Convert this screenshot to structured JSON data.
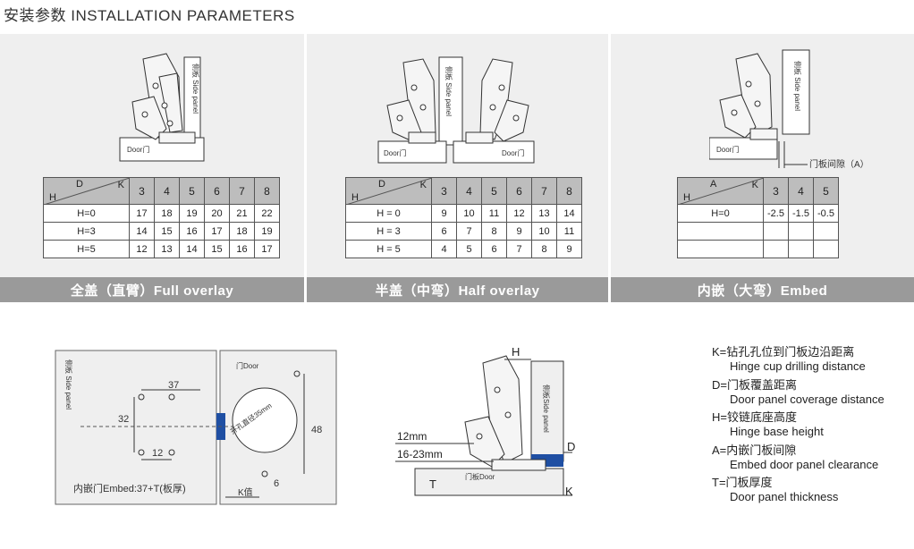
{
  "header": {
    "title": "安装参数 INSTALLATION PARAMETERS"
  },
  "panels": [
    {
      "caption": "全盖（直臂）Full overlay",
      "side_panel_label": "侧板 Side panel",
      "door_label": "Door门",
      "table": {
        "corner": {
          "top_left": "D",
          "top_right": "K",
          "bottom": "H"
        },
        "columns": [
          "3",
          "4",
          "5",
          "6",
          "7",
          "8"
        ],
        "rows": [
          {
            "label": "H=0",
            "values": [
              "17",
              "18",
              "19",
              "20",
              "21",
              "22"
            ]
          },
          {
            "label": "H=3",
            "values": [
              "14",
              "15",
              "16",
              "17",
              "18",
              "19"
            ]
          },
          {
            "label": "H=5",
            "values": [
              "12",
              "13",
              "14",
              "15",
              "16",
              "17"
            ]
          }
        ]
      }
    },
    {
      "caption": "半盖（中弯）Half overlay",
      "side_panel_label": "侧板 Side panel",
      "door_label_left": "Door门",
      "door_label_right": "Door门",
      "table": {
        "corner": {
          "top_left": "D",
          "top_right": "K",
          "bottom": "H"
        },
        "columns": [
          "3",
          "4",
          "5",
          "6",
          "7",
          "8"
        ],
        "rows": [
          {
            "label": "H = 0",
            "values": [
              "9",
              "10",
              "11",
              "12",
              "13",
              "14"
            ]
          },
          {
            "label": "H = 3",
            "values": [
              "6",
              "7",
              "8",
              "9",
              "10",
              "11"
            ]
          },
          {
            "label": "H = 5",
            "values": [
              "4",
              "5",
              "6",
              "7",
              "8",
              "9"
            ]
          }
        ]
      }
    },
    {
      "caption": "内嵌（大弯）Embed",
      "side_panel_label": "侧板 Side panel",
      "door_label": "Door门",
      "gap_label": "门板间隙（A）",
      "table": {
        "corner": {
          "top_left": "A",
          "top_right": "K",
          "bottom": "H"
        },
        "columns": [
          "3",
          "4",
          "5"
        ],
        "rows": [
          {
            "label": "H=0",
            "values": [
              "-2.5",
              "-1.5",
              "-0.5"
            ]
          },
          {
            "label": "",
            "values": [
              "",
              "",
              ""
            ]
          },
          {
            "label": "",
            "values": [
              "",
              "",
              ""
            ]
          }
        ]
      }
    }
  ],
  "drilling": {
    "side_panel_label": "侧板 Side panel",
    "door_label": "门Door",
    "hole_label": "开孔直径35mm",
    "dim_37": "37",
    "dim_32": "32",
    "dim_12": "12",
    "dim_48": "48",
    "dim_6": "6",
    "k_label": "K值",
    "embed_note": "内嵌门Embed:37+T(板厚)"
  },
  "section": {
    "h_label": "H",
    "d_label": "D",
    "k_label": "K",
    "t_label": "T",
    "dim_12mm": "12mm",
    "dim_16_23mm": "16-23mm",
    "side_panel_label": "侧板Side panel",
    "door_label": "门板Door"
  },
  "legend": [
    {
      "code": "K=钻孔孔位到门板边沿距离",
      "desc": "Hinge cup drilling distance"
    },
    {
      "code": "D=门板覆盖距离",
      "desc": "Door panel coverage distance"
    },
    {
      "code": "H=铰链底座高度",
      "desc": "Hinge base height"
    },
    {
      "code": "A=内嵌门板间隙",
      "desc": "Embed door panel clearance"
    },
    {
      "code": "T=门板厚度",
      "desc": "Door panel thickness"
    }
  ],
  "colors": {
    "caption_bg": "#9a9a9a",
    "panel_bg": "#efefef",
    "table_header_bg": "#bdbdbd",
    "accent_blue": "#1f4fa3"
  }
}
